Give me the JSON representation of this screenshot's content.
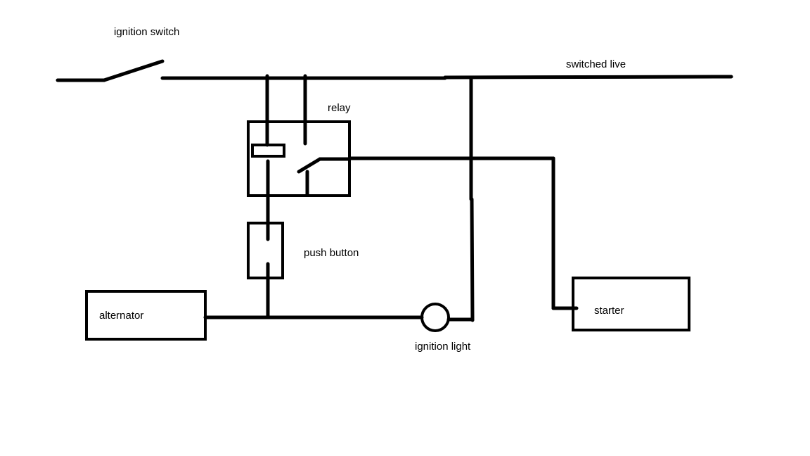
{
  "labels": {
    "ignition_switch": "ignition switch",
    "switched_live": "switched live",
    "relay": "relay",
    "push_button": "push button",
    "alternator": "alternator",
    "starter": "starter",
    "ignition_light": "ignition light"
  },
  "colors": {
    "background": "#ffffff",
    "line": "#000000"
  }
}
